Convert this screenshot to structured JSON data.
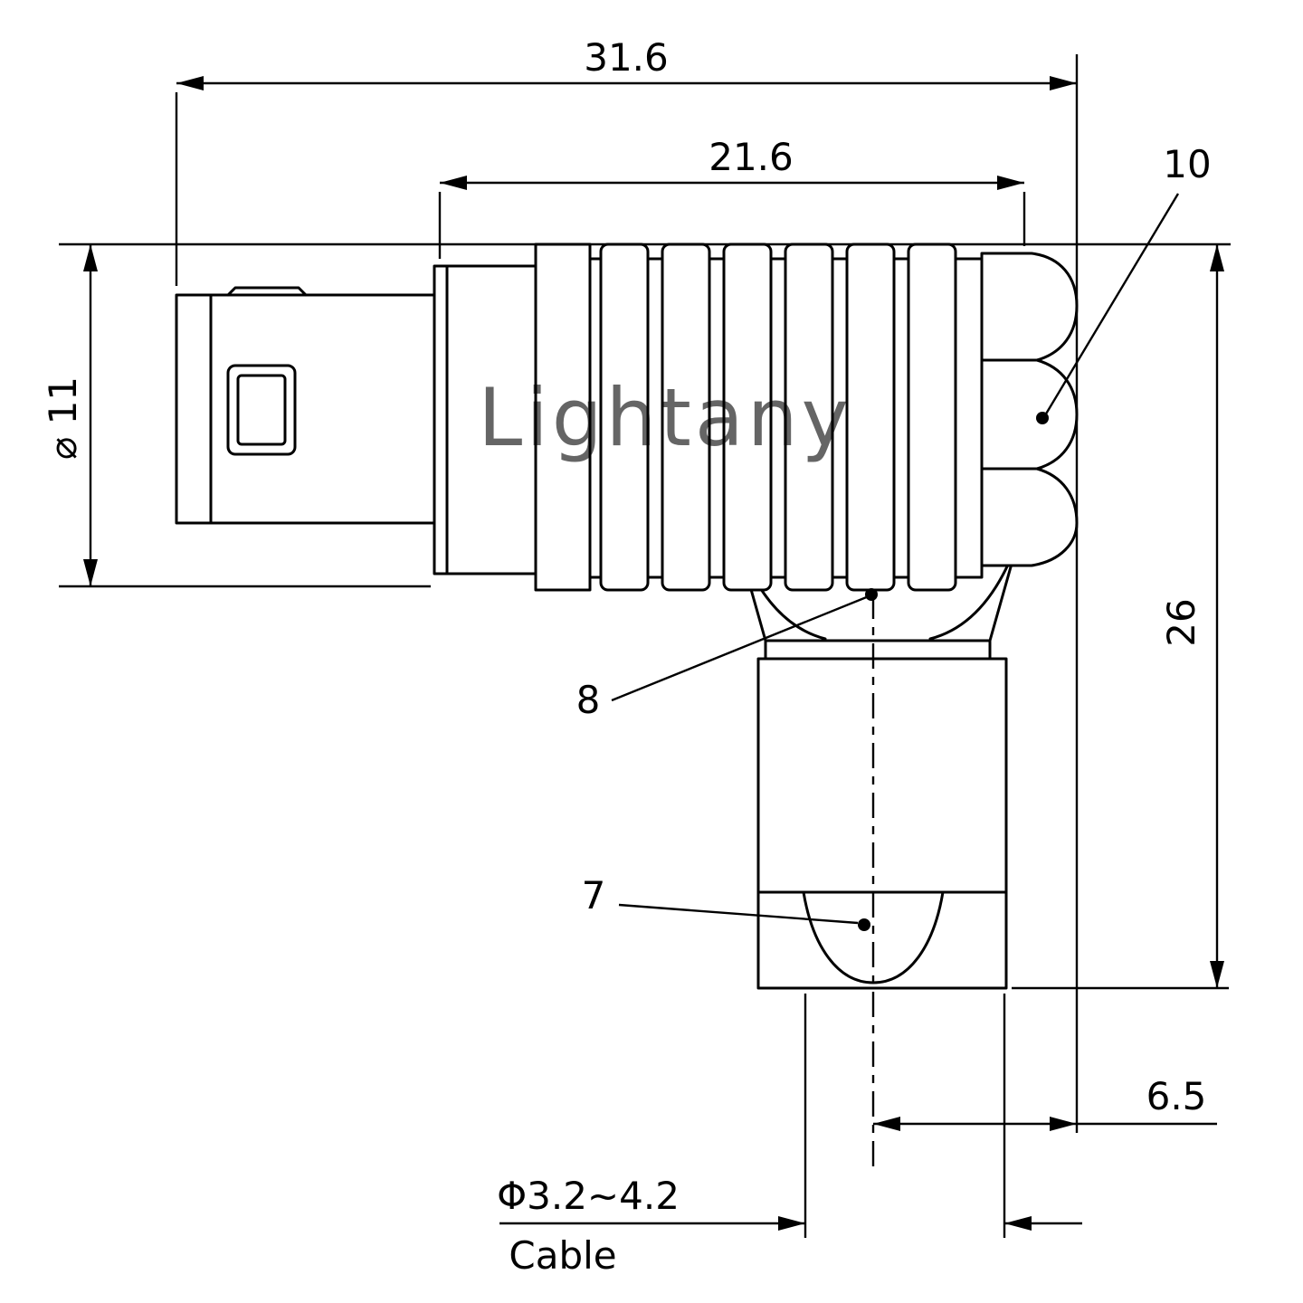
{
  "watermark": "Lightany",
  "dimensions": {
    "overall_length": "31.6",
    "front_length": "21.6",
    "body_diameter": "⌀ 11",
    "overall_height": "26",
    "elbow_offset": "6.5",
    "cable_diameter": "Φ3.2~4.2",
    "cable_label": "Cable"
  },
  "callouts": {
    "backnut": "10",
    "hex_nut": "8",
    "cable_sleeve": "7"
  },
  "colors": {
    "line": "#000000",
    "watermark": "#f2c6c6",
    "background": "#ffffff"
  }
}
